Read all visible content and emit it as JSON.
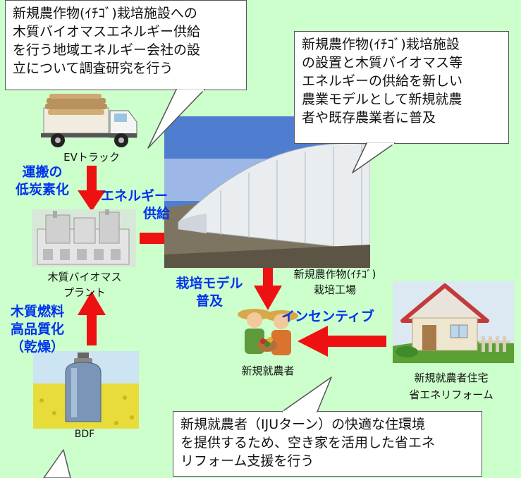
{
  "callouts": {
    "top_left": "新規農作物(ｲﾁｺﾞ)栽培施設への\n木質バイオマスエネルギー供給\nを行う地域エネルギー会社の設\n立について調査研究を行う",
    "top_right": "新規農作物(ｲﾁｺﾞ)栽培施設\nの設置と木質バイオマス等\nエネルギーの供給を新しい\n農業モデルとして新規就農\n者や既存農業者に普及",
    "bottom": "新規就農者（IJUターン）の快適な住環境\nを提供するため、空き家を活用した省エネ\nリフォーム支援を行う"
  },
  "nodes": {
    "truck": "EVトラック",
    "plant_line1": "木質バイオマス",
    "plant_line2": "プラント",
    "bdf": "BDF",
    "greenhouse_line1": "新規農作物(ｲﾁｺﾞ)",
    "greenhouse_line2": "栽培工場",
    "farmer": "新規就農者",
    "house_line1": "新規就農者住宅",
    "house_line2": "省エネリフォーム"
  },
  "arrows": {
    "transport_line1": "運搬の",
    "transport_line2": "低炭素化",
    "energy_line1": "エネルギー",
    "energy_line2": "供給",
    "fuel_line1": "木質燃料",
    "fuel_line2": "高品質化",
    "fuel_line3": "（乾燥）",
    "model_line1": "栽培モデル",
    "model_line2": "普及",
    "incentive": "インセンティブ"
  },
  "colors": {
    "background": "#ccffcc",
    "arrow": "#ee1111",
    "emphasis_text": "#0033ee"
  }
}
